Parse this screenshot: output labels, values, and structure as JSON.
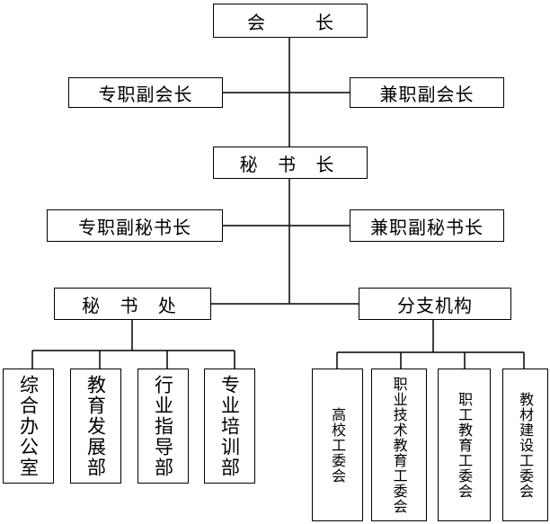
{
  "org_chart": {
    "president": "会　长",
    "vp_fulltime": "专职副会长",
    "vp_parttime": "兼职副会长",
    "secretary_general": "秘 书 长",
    "deputy_sg_fulltime": "专职副秘书长",
    "deputy_sg_parttime": "兼职副秘书长",
    "secretariat": "秘 书 处",
    "branches": "分支机构",
    "secretariat_departments": [
      "综合办公室",
      "教育发展部",
      "行业指导部",
      "专业培训部"
    ],
    "branch_committees": [
      "高校工委会",
      "职业技术教育工委会",
      "职工教育工委会",
      "教材建设工委会"
    ]
  }
}
